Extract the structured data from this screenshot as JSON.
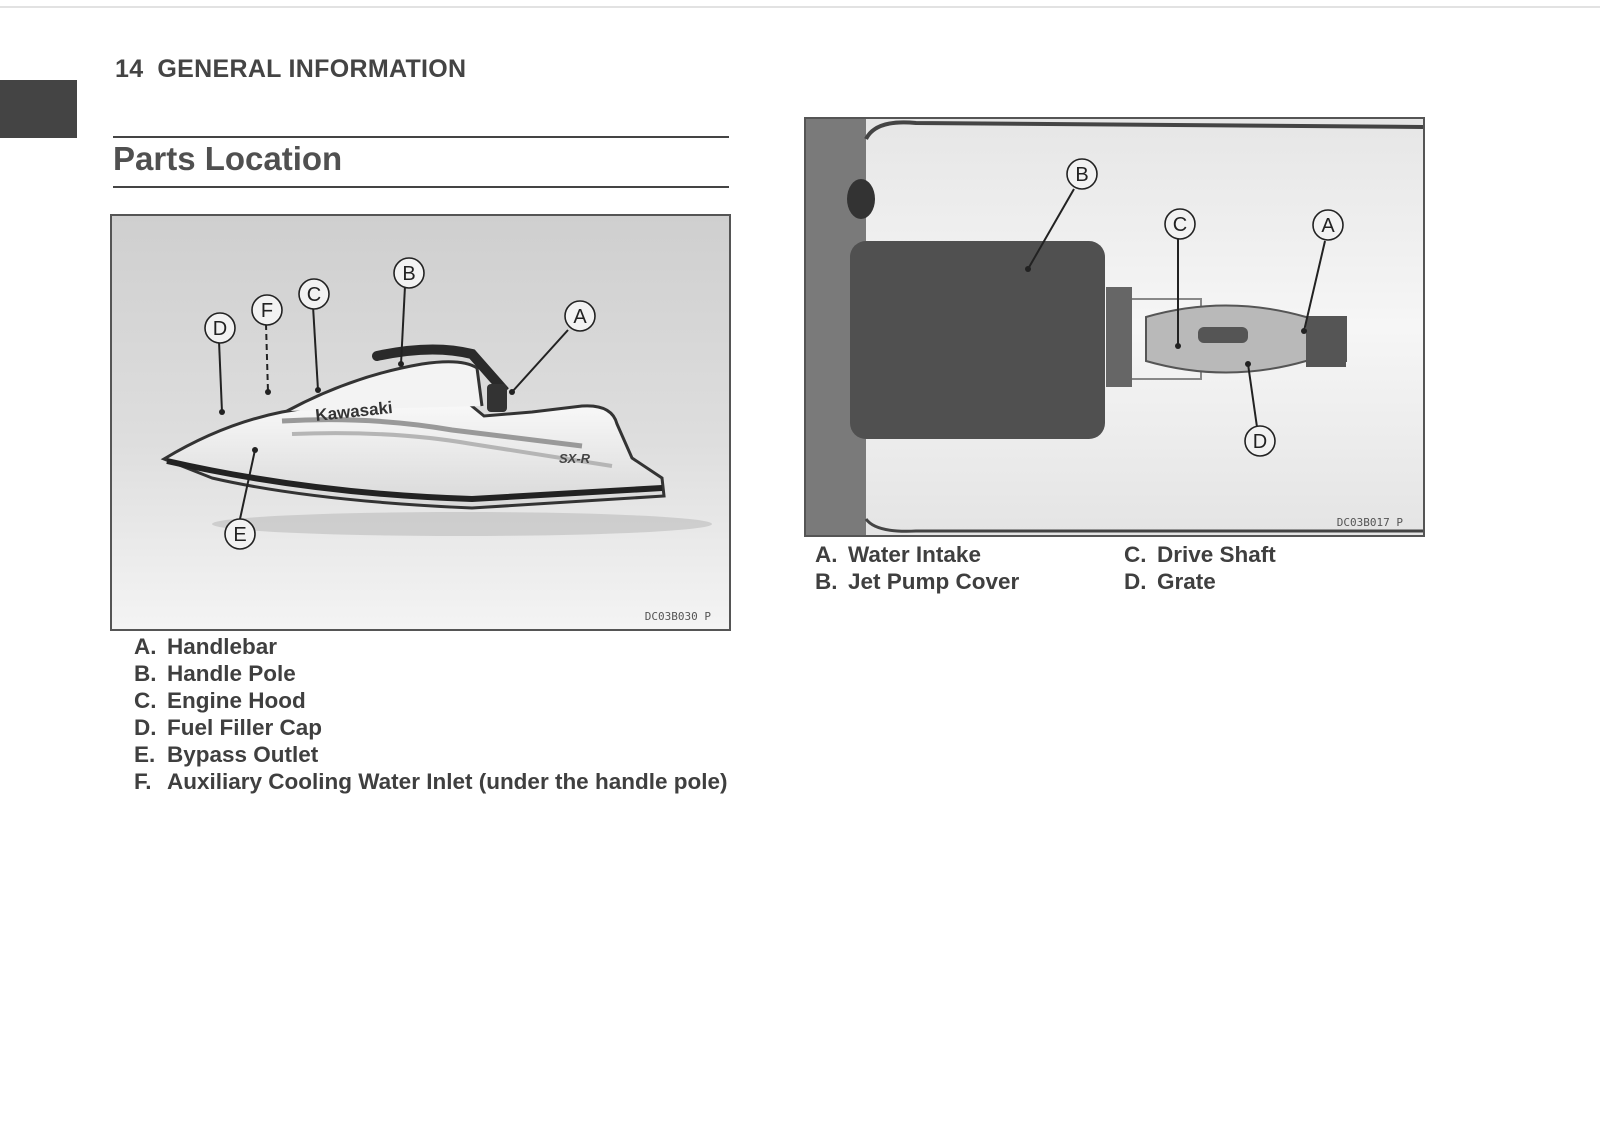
{
  "header": {
    "page_number": "14",
    "section": "GENERAL INFORMATION"
  },
  "title": "Parts Location",
  "figure1": {
    "code": "DC03B030  P",
    "brand": "Kawasaki",
    "model_badge": "SX-R",
    "callouts": [
      "A",
      "B",
      "C",
      "D",
      "E",
      "F"
    ]
  },
  "figure2": {
    "code": "DC03B017  P",
    "callouts": [
      "A",
      "B",
      "C",
      "D"
    ]
  },
  "legend1": [
    {
      "key": "A.",
      "label": "Handlebar"
    },
    {
      "key": "B.",
      "label": "Handle Pole"
    },
    {
      "key": "C.",
      "label": "Engine Hood"
    },
    {
      "key": "D.",
      "label": "Fuel Filler Cap"
    },
    {
      "key": "E.",
      "label": "Bypass Outlet"
    },
    {
      "key": "F.",
      "label": "Auxiliary Cooling Water Inlet (under the handle pole)"
    }
  ],
  "legend2": [
    {
      "key": "A.",
      "label": "Water Intake"
    },
    {
      "key": "B.",
      "label": "Jet Pump Cover"
    },
    {
      "key": "C.",
      "label": "Drive Shaft"
    },
    {
      "key": "D.",
      "label": "Grate"
    }
  ]
}
